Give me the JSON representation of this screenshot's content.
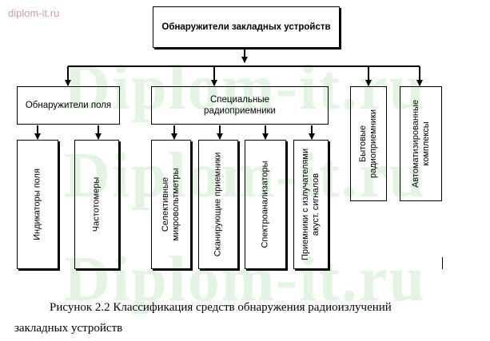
{
  "watermark": {
    "corner": "diplom-it.ru",
    "big": "Diplom-it.ru"
  },
  "diagram": {
    "root": "Обнаружители закладных устройств",
    "level1": {
      "field_detectors": "Обнаружители поля",
      "special_receivers": "Специальные радиоприемники",
      "household_receivers": "Бытовые радиоприемники",
      "automated_complexes": "Автоматизированные комплексы"
    },
    "level2": {
      "field_indicators": "Индикаторы поля",
      "frequency_meters": "Частотомеры",
      "selective_microvoltmeters": "Селективные микровольтметры",
      "scanning_receivers": "Сканирующие приемники",
      "spectrum_analyzers": "Спектроанализаторы",
      "acoustic_receivers": "Приемники с излучателями акуст. сигналов"
    }
  },
  "caption": {
    "line1": "Рисунок 2.2 Классификация средств обнаружения радиоизлучений",
    "line2": "закладных устройств"
  }
}
